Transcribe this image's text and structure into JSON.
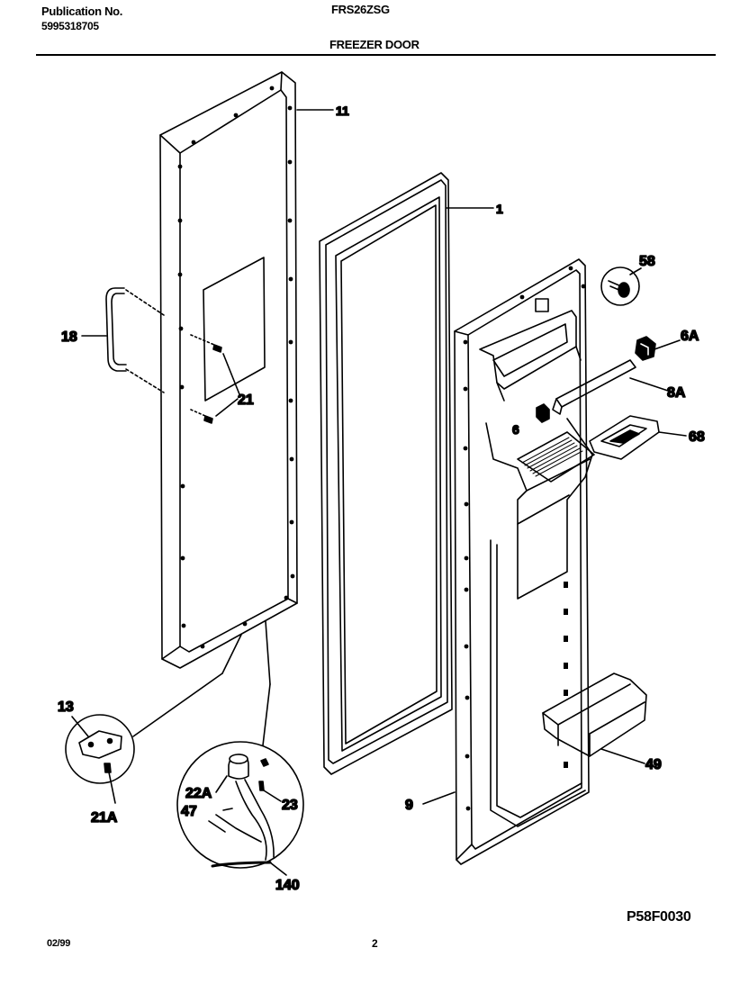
{
  "header": {
    "publication_label": "Publication No.",
    "publication_number": "5995318705",
    "model": "FRS26ZSG",
    "section_title": "FREEZER DOOR"
  },
  "callouts": [
    {
      "id": "c11",
      "label": "11"
    },
    {
      "id": "c1",
      "label": "1"
    },
    {
      "id": "c58",
      "label": "58"
    },
    {
      "id": "c6a1",
      "label": "6A"
    },
    {
      "id": "c18",
      "label": "18"
    },
    {
      "id": "c8a",
      "label": "8A"
    },
    {
      "id": "c21",
      "label": "21"
    },
    {
      "id": "c6",
      "label": "6"
    },
    {
      "id": "c68",
      "label": "68"
    },
    {
      "id": "c13",
      "label": "13"
    },
    {
      "id": "c49",
      "label": "49"
    },
    {
      "id": "c22a",
      "label": "22A"
    },
    {
      "id": "c23",
      "label": "23"
    },
    {
      "id": "c47",
      "label": "47"
    },
    {
      "id": "c9",
      "label": "9"
    },
    {
      "id": "c21a",
      "label": "21A"
    },
    {
      "id": "c140",
      "label": "140"
    }
  ],
  "footer": {
    "date": "02/99",
    "page": "2",
    "figure_code": "P58F0030"
  }
}
